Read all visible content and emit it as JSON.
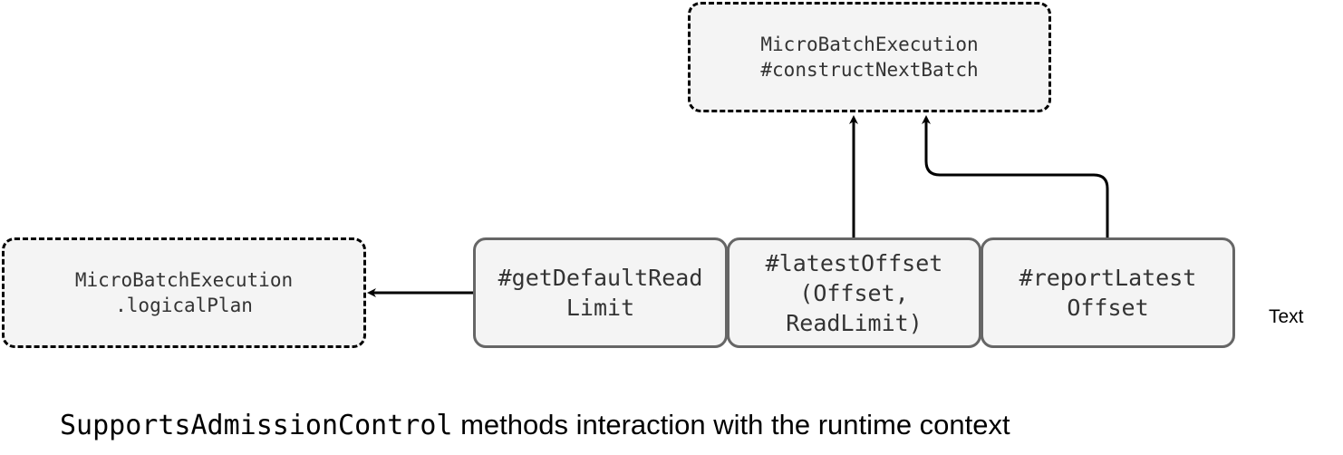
{
  "diagram": {
    "nodes": {
      "construct_next_batch": "MicroBatchExecution\n#constructNextBatch",
      "logical_plan": "MicroBatchExecution\n.logicalPlan",
      "get_default_read_limit": "#getDefaultRead\nLimit",
      "latest_offset": "#latestOffset\n(Offset,\nReadLimit)",
      "report_latest_offset": "#reportLatest\nOffset"
    },
    "text_label": "Text",
    "caption": {
      "code": "SupportsAdmissionControl",
      "rest": " methods interaction with the runtime context"
    },
    "edges": [
      {
        "from": "get_default_read_limit",
        "to": "logical_plan"
      },
      {
        "from": "latest_offset",
        "to": "construct_next_batch"
      },
      {
        "from": "report_latest_offset",
        "to": "construct_next_batch"
      }
    ]
  }
}
